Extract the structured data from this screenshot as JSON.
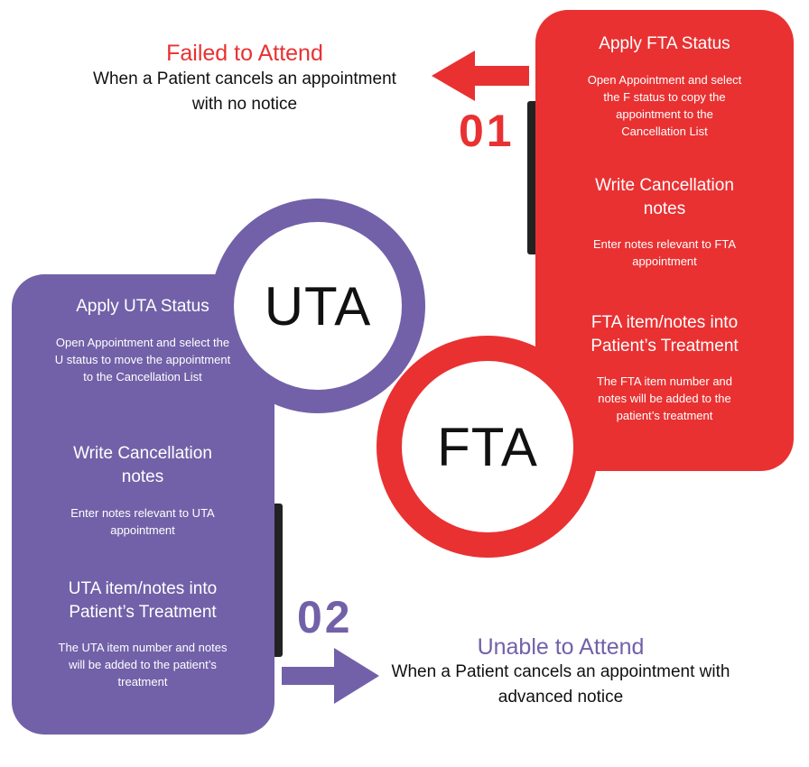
{
  "colors": {
    "fta": "#e93132",
    "uta": "#7261a8",
    "text": "#111111"
  },
  "fta": {
    "title": "Failed to Attend",
    "description": "When a Patient cancels an appointment with no notice",
    "number": "01",
    "circle_label": "FTA",
    "steps": [
      {
        "heading": "Apply FTA Status",
        "body": "Open Appointment and select the F status to copy the appointment to the Cancellation List"
      },
      {
        "heading": "Write Cancellation notes",
        "body": "Enter notes relevant to FTA appointment"
      },
      {
        "heading": "FTA item/notes into Patient’s Treatment",
        "body": "The FTA item number and notes will be added to the patient’s treatment"
      }
    ]
  },
  "uta": {
    "title": "Unable to Attend",
    "description": "When a Patient cancels an appointment with advanced notice",
    "number": "02",
    "circle_label": "UTA",
    "steps": [
      {
        "heading": "Apply UTA Status",
        "body": "Open Appointment and select the U status to move the appointment to the Cancellation List"
      },
      {
        "heading": "Write Cancellation notes",
        "body": "Enter notes relevant to UTA appointment"
      },
      {
        "heading": "UTA item/notes into Patient’s Treatment",
        "body": "The UTA item number and notes will be added to the patient’s treatment"
      }
    ]
  }
}
